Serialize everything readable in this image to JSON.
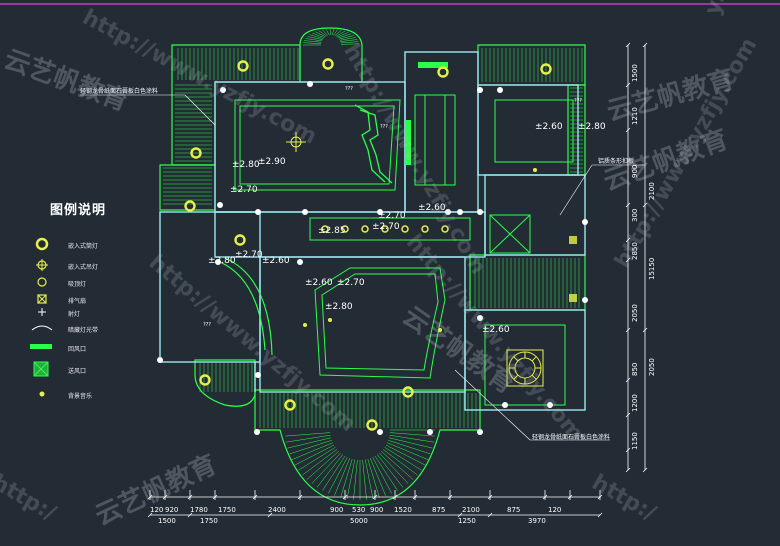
{
  "legend": {
    "title": "图例说明",
    "items": [
      {
        "icon": "ceiling-downlight-icon",
        "label": "嵌入式筒灯"
      },
      {
        "icon": "chandelier-icon",
        "label": "嵌入式吊灯"
      },
      {
        "icon": "pendant-lamp-icon",
        "label": "吸顶灯"
      },
      {
        "icon": "exhaust-fan-icon",
        "label": "排气扇"
      },
      {
        "icon": "spotlight-icon",
        "label": "射灯"
      },
      {
        "icon": "concealed-light-strip-icon",
        "label": "暗藏灯光带"
      },
      {
        "icon": "return-air-vent-icon",
        "label": "回风口"
      },
      {
        "icon": "supply-air-vent-icon",
        "label": "送风口"
      },
      {
        "icon": "speaker-icon",
        "label": "背景音乐"
      }
    ]
  },
  "callouts": {
    "top_left": "轻钢龙骨纸面石膏板白色涂料",
    "right": "铝质条形扣板",
    "bottom": "轻钢龙骨纸面石膏板白色涂料"
  },
  "levels": {
    "l1": "±2.80",
    "l2": "±2.90",
    "l3": "±2.70",
    "l4": "±2.60",
    "l5": "±2.70",
    "l6": "±2.85",
    "l7": "±2.70",
    "l8": "±2.80",
    "l9": "±2.70",
    "l10": "±2.60",
    "l11": "±2.60",
    "l12": "±2.70",
    "l13": "±2.80",
    "l14": "±2.60",
    "l15": "±2.80",
    "l16": "±2.60"
  },
  "marks": {
    "q1": "???",
    "q2": "???",
    "q3": "???",
    "q4": "???"
  },
  "dims": {
    "bottom_row1": [
      "120",
      "920",
      "1780",
      "1750",
      "2400",
      "900",
      "530",
      "900",
      "1520",
      "875",
      "2100",
      "875",
      "120"
    ],
    "bottom_row2": [
      "1500",
      "1750",
      "5000",
      "1250",
      "3970"
    ],
    "right_col1": [
      "1500",
      "1210",
      "900",
      "300",
      "2850",
      "2050",
      "850",
      "1200",
      "1150"
    ],
    "right_col2": [
      "2100",
      "15150",
      "2050"
    ]
  },
  "watermarks": {
    "url": "http://www.yzfjy.com",
    "brand": "云艺帆教育",
    "url_short": "yzfjy",
    "http": "http:/"
  },
  "colors": {
    "background": "#232b35",
    "wall": "#9be8f0",
    "ceiling_lines": "#2cff4a",
    "fixtures": "#e8f04a",
    "text": "#ffffff",
    "white_fixture": "#ffffff"
  }
}
